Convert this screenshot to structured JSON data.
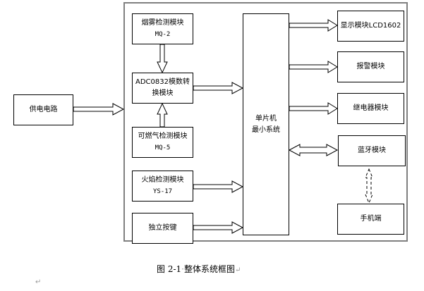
{
  "diagram": {
    "title": "整体系统框图",
    "blocks": {
      "power": {
        "label": "供电电路"
      },
      "smoke": {
        "label": "烟雾检测模块",
        "sub": "MQ-2"
      },
      "adc": {
        "label": "ADC0832模数转",
        "label2": "换模块"
      },
      "gas": {
        "label": "可燃气检测模块",
        "sub": "MQ-5"
      },
      "flame": {
        "label": "火焰检测模块",
        "sub": "YS-17"
      },
      "keys": {
        "label": "独立按键"
      },
      "mcu": {
        "label": "单片机",
        "label2": "最小系统"
      },
      "lcd": {
        "label": "显示模块LCD1602"
      },
      "alarm": {
        "label": "报警模块"
      },
      "relay": {
        "label": "继电器模块"
      },
      "bt": {
        "label": "蓝牙模块"
      },
      "phone": {
        "label": "手机端"
      }
    },
    "connections": [
      {
        "from": "power",
        "to": "system",
        "type": "arrow"
      },
      {
        "from": "smoke",
        "to": "adc",
        "type": "arrow"
      },
      {
        "from": "gas",
        "to": "adc",
        "type": "arrow"
      },
      {
        "from": "adc",
        "to": "mcu",
        "type": "arrow"
      },
      {
        "from": "flame",
        "to": "mcu",
        "type": "arrow"
      },
      {
        "from": "keys",
        "to": "mcu",
        "type": "arrow"
      },
      {
        "from": "mcu",
        "to": "lcd",
        "type": "arrow"
      },
      {
        "from": "mcu",
        "to": "alarm",
        "type": "arrow"
      },
      {
        "from": "mcu",
        "to": "relay",
        "type": "arrow"
      },
      {
        "from": "mcu",
        "to": "bt",
        "type": "bidirectional"
      },
      {
        "from": "bt",
        "to": "phone",
        "type": "wireless-dashed"
      }
    ]
  },
  "caption": {
    "prefix": "图",
    "number": "2-1",
    "text": "整体系统框图",
    "mark": "↵"
  },
  "paragraph_mark": "↵"
}
